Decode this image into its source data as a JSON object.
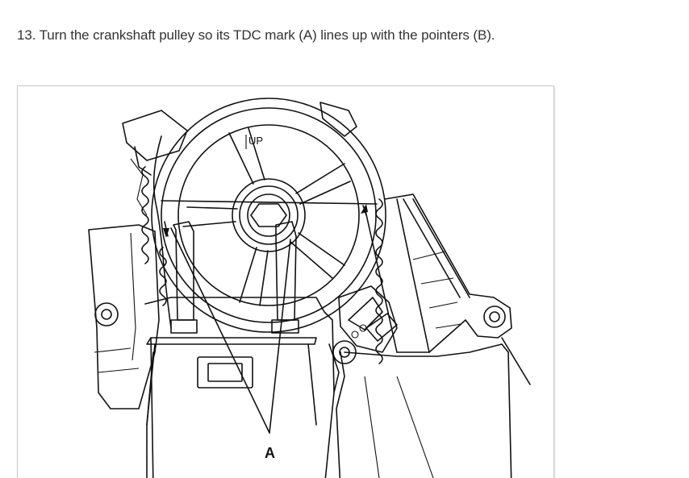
{
  "instruction": {
    "text": "13. Turn the crankshaft pulley so its TDC mark (A) lines up with the pointers (B)."
  },
  "figure": {
    "pulley_label": "UP",
    "callout_label": "A"
  },
  "colors": {
    "text": "#333333",
    "line_art": "#111111",
    "frame_border": "#c8c8c8"
  }
}
